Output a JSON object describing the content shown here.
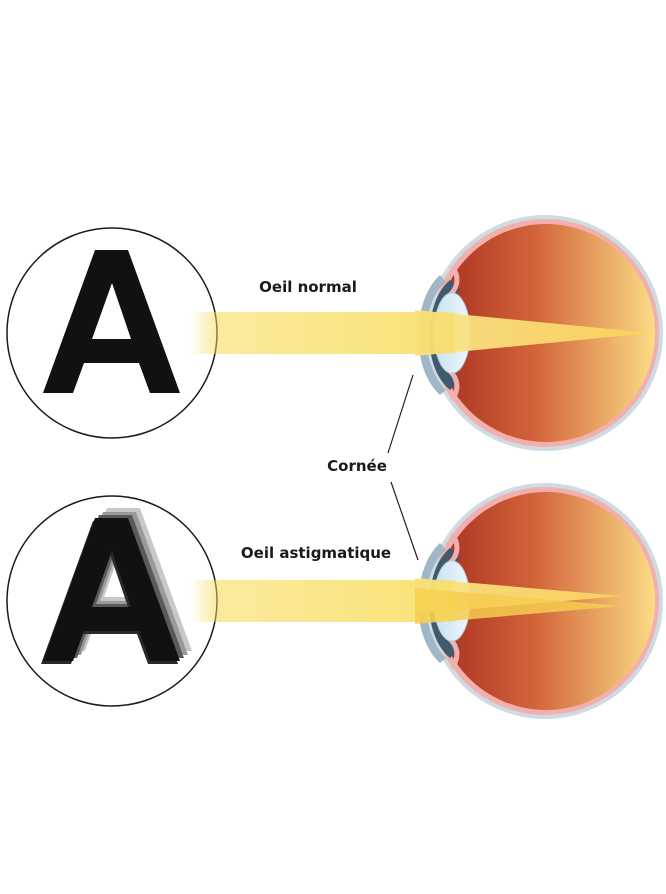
{
  "labels": {
    "normal_eye": "Oeil normal",
    "astigmatic_eye": "Oeil astigmatique",
    "cornea": "Cornée"
  },
  "letter": "A",
  "colors": {
    "beam": "#f7d94c",
    "eyeball_back": "#b53a24",
    "eyeball_front": "#f9cf72",
    "sclera": "#c9d6df",
    "pink_layer": "#f2b3b3",
    "lens": "#d8eef7",
    "iris": "#3e5a6d",
    "outline": "#222222"
  }
}
